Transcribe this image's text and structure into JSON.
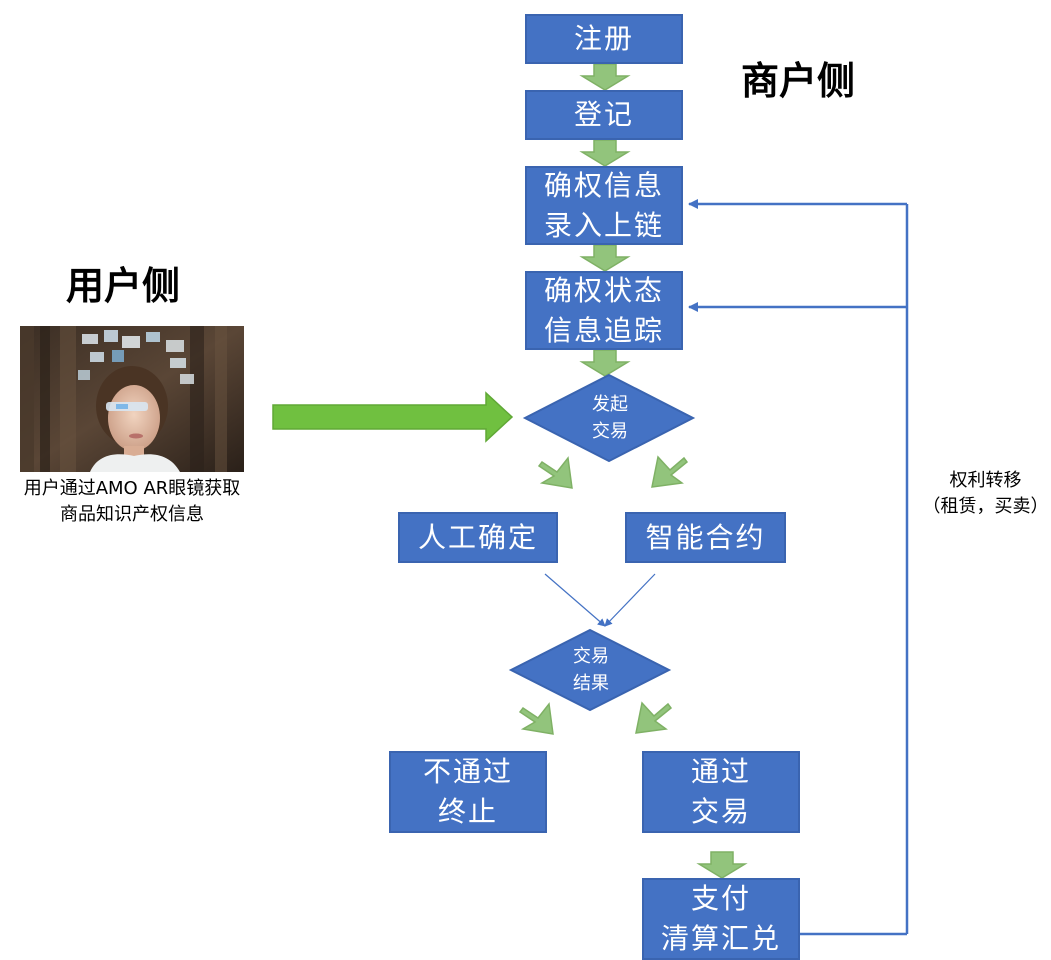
{
  "headings": {
    "merchant_side": "商户侧",
    "user_side": "用户侧"
  },
  "steps": {
    "register": [
      "注册"
    ],
    "record": [
      "登记"
    ],
    "confirm_rights": [
      "确权信息",
      "录入上链"
    ],
    "track_status": [
      "确权状态",
      "信息追踪"
    ],
    "initiate_trade": [
      "发起",
      "交易"
    ],
    "manual_confirm": [
      "人工确定"
    ],
    "smart_contract": [
      "智能合约"
    ],
    "trade_result": [
      "交易",
      "结果"
    ],
    "reject": [
      "不通过",
      "终止"
    ],
    "approve": [
      "通过",
      "交易"
    ],
    "payment": [
      "支付",
      "清算汇兑"
    ]
  },
  "user_caption": [
    "用户通过AMO AR眼镜获取",
    "商品知识产权信息"
  ],
  "rights_transfer": [
    "权利转移",
    "（租赁，买卖）"
  ],
  "colors": {
    "box_fill": "#4472c4",
    "box_border": "#3a64b0",
    "arrow_green": "#92c47c",
    "arrow_green_border": "#7fb165",
    "big_arrow": "#70c040",
    "line_blue": "#4472c4"
  }
}
